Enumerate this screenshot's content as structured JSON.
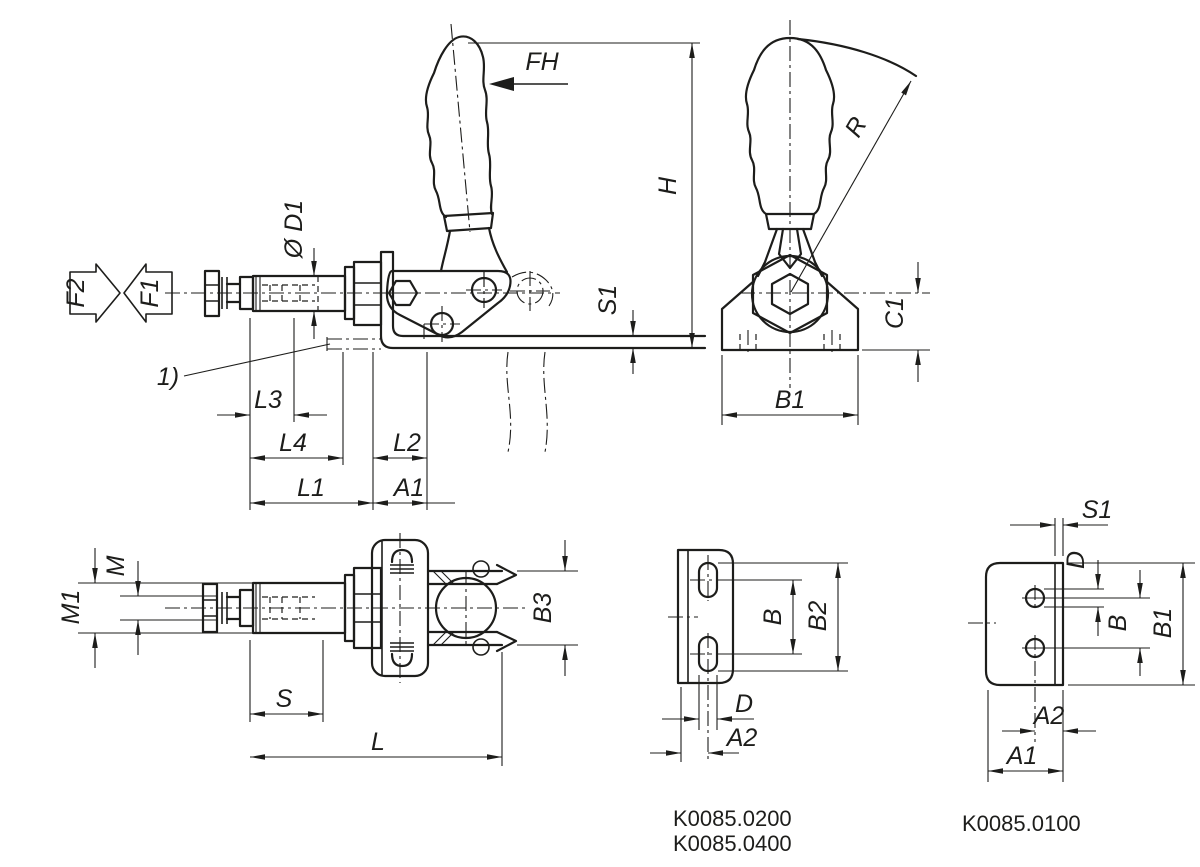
{
  "drawing": {
    "background": "#ffffff",
    "line_color": "#1d1d1b",
    "views": {
      "side_view": {
        "description": "toggle clamp side view",
        "labels": {
          "force_handle": "FH",
          "height": "H",
          "spindle_diameter": "Ø D1",
          "plate_thickness": "S1",
          "force_1": "F1",
          "force_2": "F2",
          "footnote": "1)",
          "l3": "L3",
          "l4": "L4",
          "l2": "L2",
          "l1": "L1",
          "a1": "A1"
        }
      },
      "front_view": {
        "description": "toggle clamp front view",
        "labels": {
          "radius": "R",
          "c1": "C1",
          "b1": "B1"
        }
      },
      "top_view": {
        "description": "toggle clamp top view",
        "labels": {
          "m": "M",
          "m1": "M1",
          "b3": "B3",
          "stroke": "S",
          "length": "L"
        }
      },
      "plate_side_view": {
        "description": "mounting plate with slots",
        "labels": {
          "b": "B",
          "b2": "B2",
          "d": "D",
          "a2": "A2"
        },
        "part_numbers": [
          "K0085.0200",
          "K0085.0400"
        ]
      },
      "plate_front_view": {
        "description": "angle mounting plate",
        "labels": {
          "s1": "S1",
          "d": "D",
          "b": "B",
          "b1": "B1",
          "a2": "A2",
          "a1": "A1"
        },
        "part_numbers": [
          "K0085.0100"
        ]
      }
    }
  }
}
